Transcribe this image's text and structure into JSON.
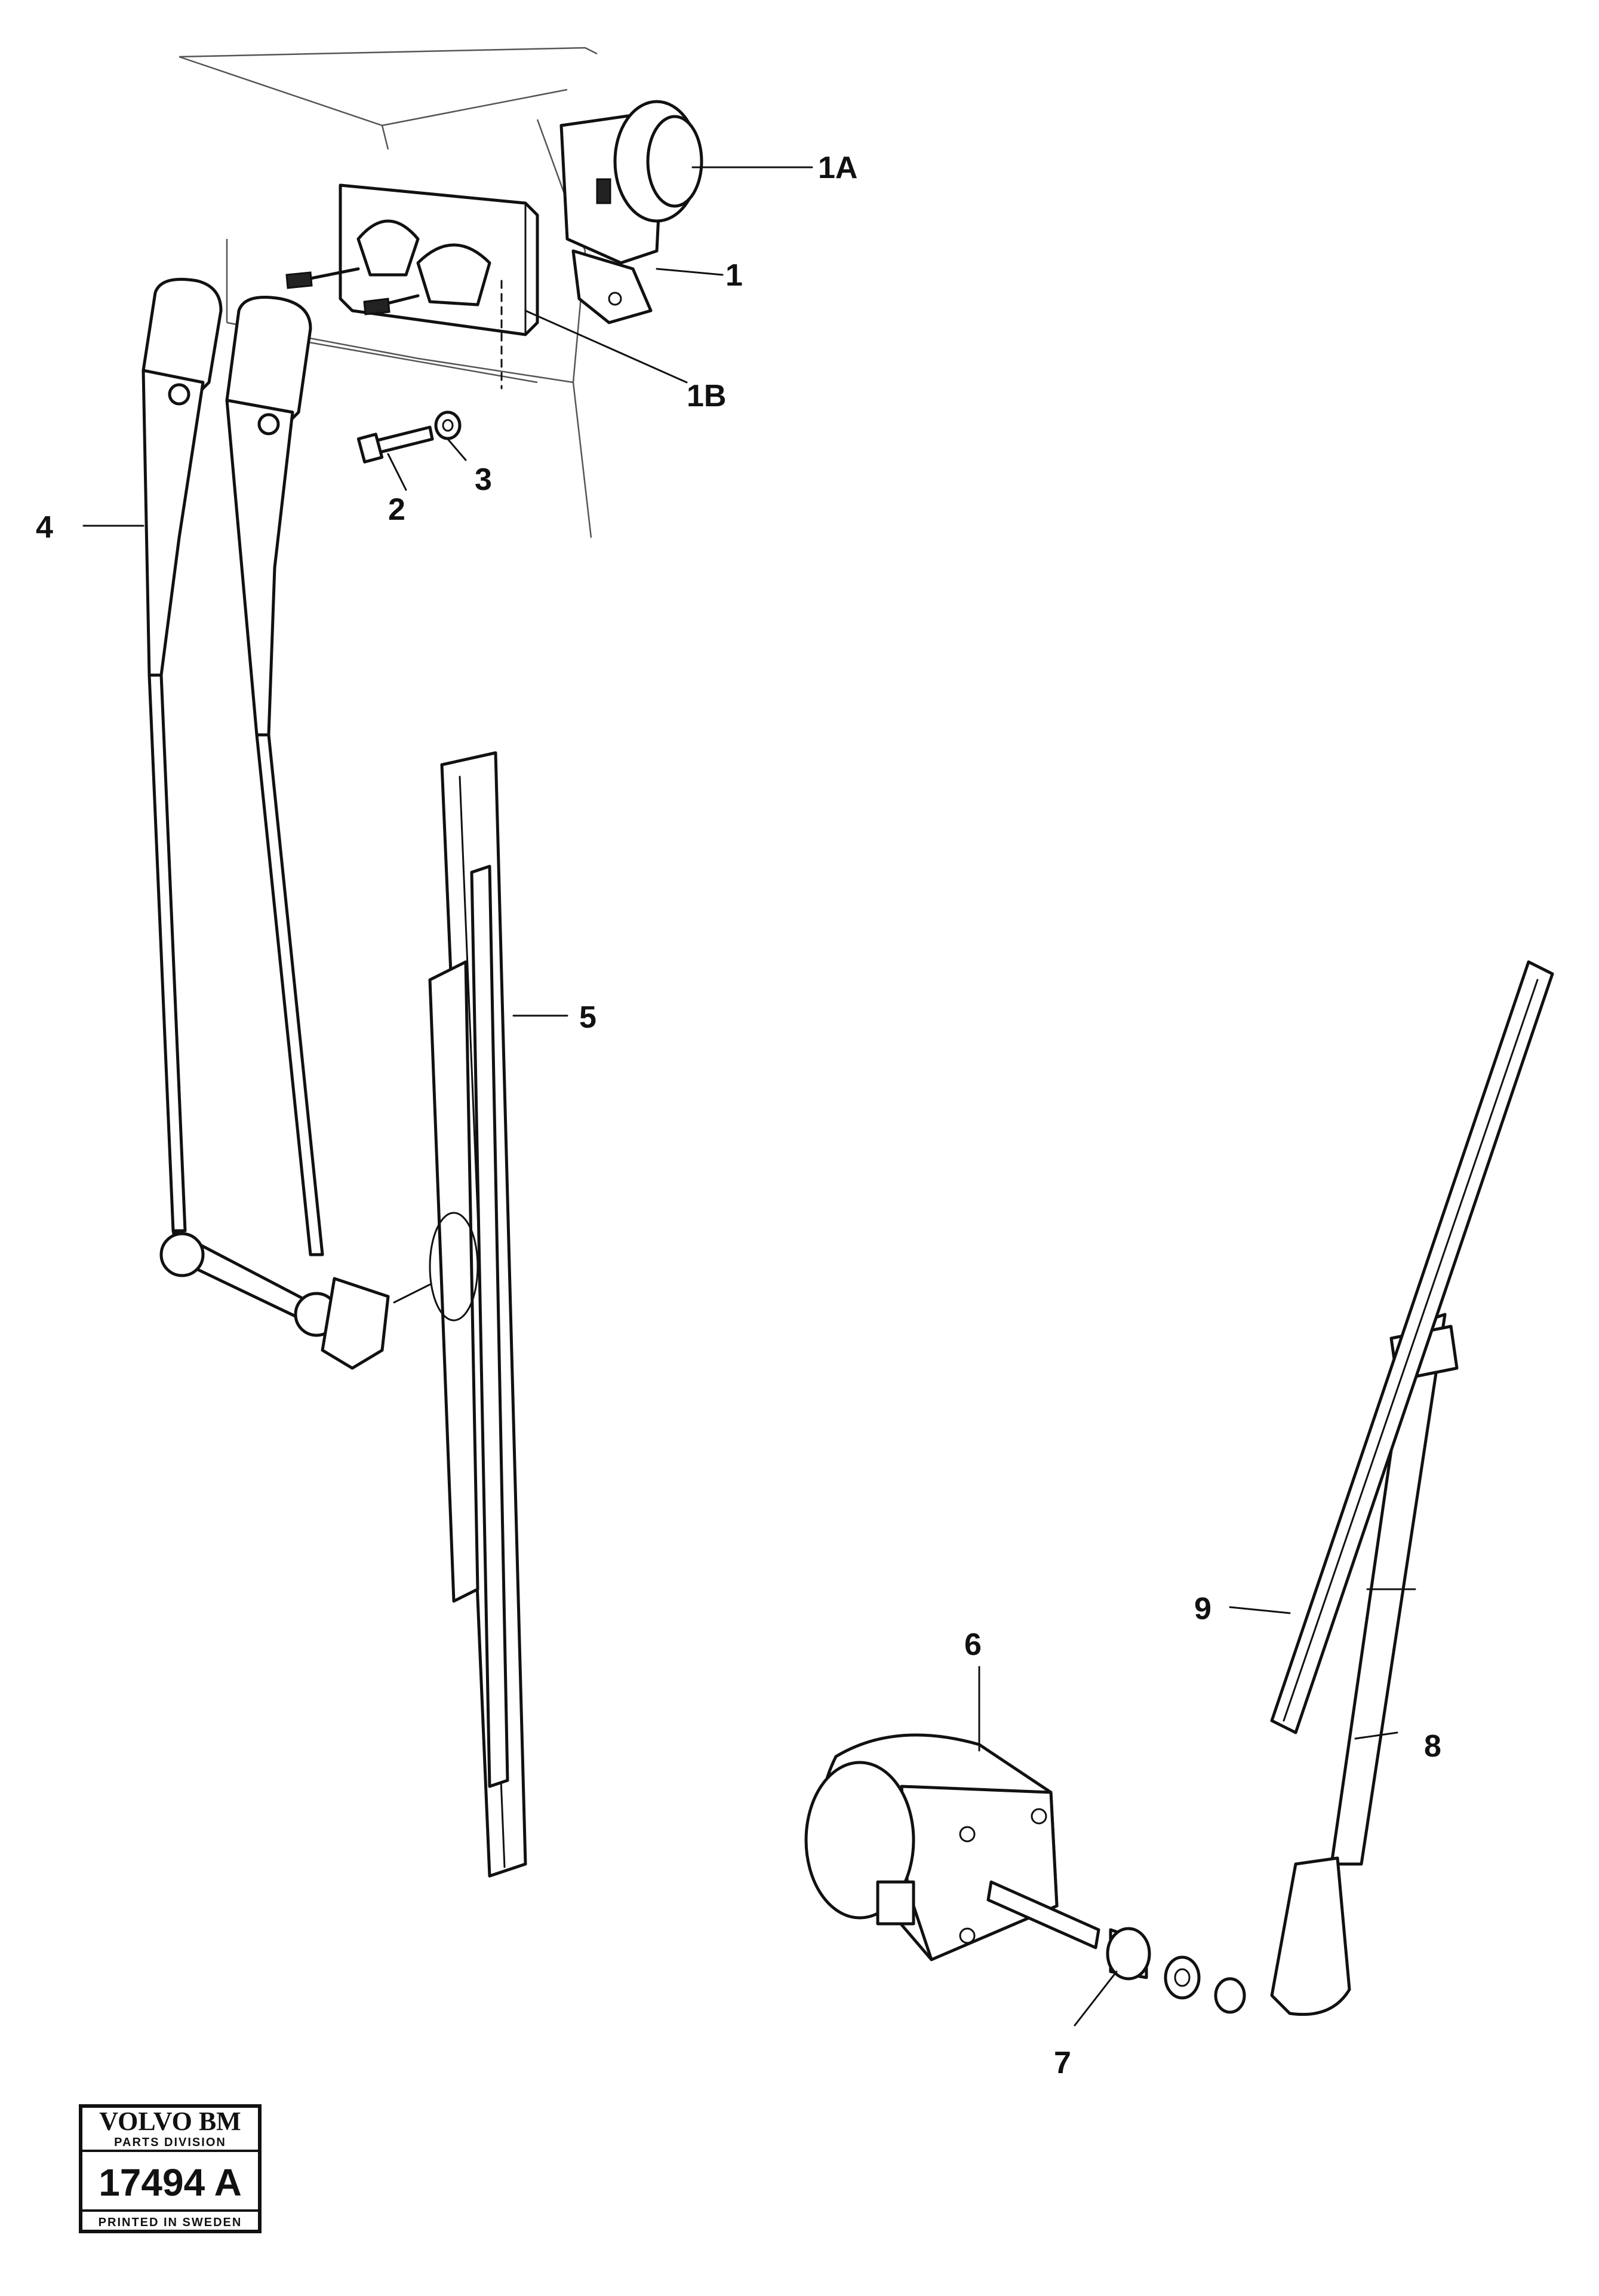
{
  "callouts": [
    {
      "id": "1A",
      "label": "1A"
    },
    {
      "id": "1",
      "label": "1"
    },
    {
      "id": "1B",
      "label": "1B"
    },
    {
      "id": "2",
      "label": "2"
    },
    {
      "id": "3",
      "label": "3"
    },
    {
      "id": "4",
      "label": "4"
    },
    {
      "id": "5",
      "label": "5"
    },
    {
      "id": "6",
      "label": "6"
    },
    {
      "id": "7",
      "label": "7"
    },
    {
      "id": "8",
      "label": "8"
    },
    {
      "id": "9",
      "label": "9"
    }
  ],
  "stamp": {
    "brand": "VOLVO BM",
    "division": "PARTS DIVISION",
    "number": "17494 A",
    "printed": "PRINTED IN SWEDEN"
  }
}
